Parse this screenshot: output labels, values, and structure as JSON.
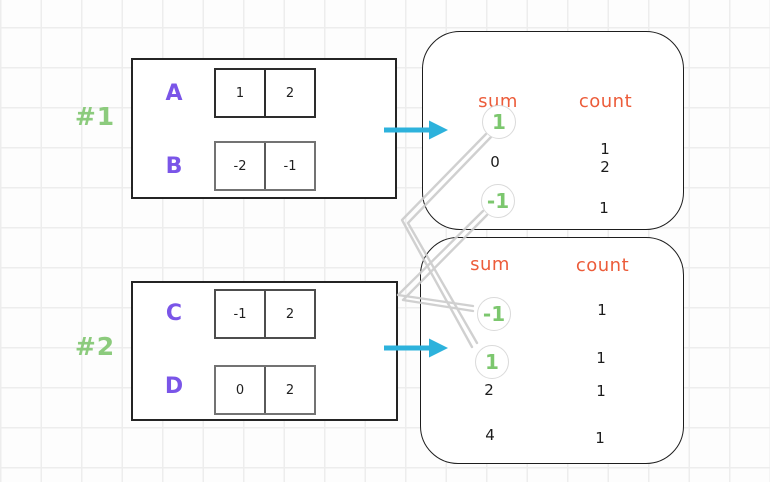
{
  "examples": [
    {
      "id": "#1",
      "arrays": [
        {
          "name": "A",
          "values": [
            "1",
            "2"
          ]
        },
        {
          "name": "B",
          "values": [
            "-2",
            "-1"
          ]
        }
      ],
      "result": {
        "sum_label": "sum",
        "count_label": "count",
        "rows": [
          {
            "sum": "1",
            "count": "1",
            "circled": true
          },
          {
            "sum": "0",
            "count": "2",
            "circled": false
          },
          {
            "sum": "-1",
            "count": "1",
            "circled": true
          }
        ]
      }
    },
    {
      "id": "#2",
      "arrays": [
        {
          "name": "C",
          "values": [
            "-1",
            "2"
          ]
        },
        {
          "name": "D",
          "values": [
            "0",
            "2"
          ]
        }
      ],
      "result": {
        "sum_label": "sum",
        "count_label": "count",
        "rows": [
          {
            "sum": "-1",
            "count": "1",
            "circled": true
          },
          {
            "sum": "1",
            "count": "1",
            "circled": true
          },
          {
            "sum": "2",
            "count": "1",
            "circled": false
          },
          {
            "sum": "4",
            "count": "1",
            "circled": false
          }
        ]
      }
    }
  ],
  "icons": {
    "arrow": "arrow-right-icon",
    "connector": "matching-sum-connector"
  },
  "colors": {
    "label_purple": "#7a55e8",
    "example_green": "#8ccb7d",
    "circled_value_green": "#7cc76e",
    "header_orange": "#ec5c3a",
    "arrow_cyan": "#2db2dc",
    "connector_gray": "#cccccc"
  }
}
